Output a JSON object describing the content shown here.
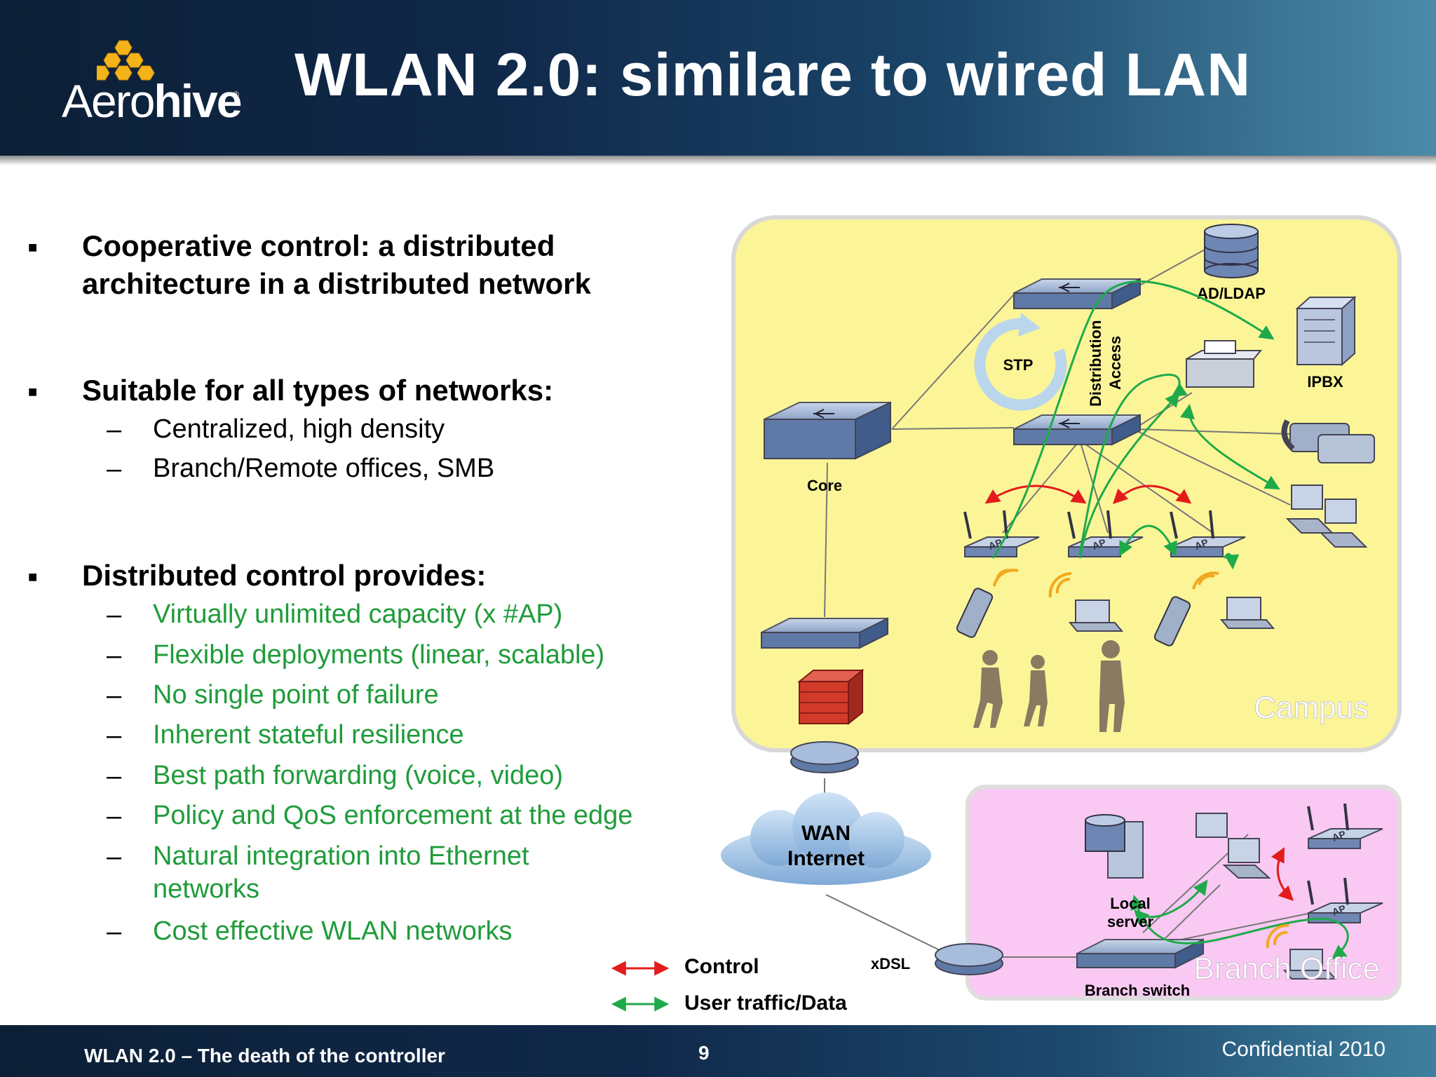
{
  "header": {
    "logo_text_light": "Aero",
    "logo_text_bold": "hive",
    "logo_reg": "®",
    "title": "WLAN 2.0: similare to wired LAN"
  },
  "content": {
    "bullets": [
      {
        "lines": [
          "Cooperative control: a distributed",
          "architecture in a distributed network"
        ]
      },
      {
        "lines": [
          "Suitable for all types of networks:"
        ],
        "subs": [
          "Centralized, high density",
          "Branch/Remote offices, SMB"
        ]
      },
      {
        "lines": [
          "Distributed control provides:"
        ],
        "subs": [
          "Virtually unlimited capacity (x #AP)",
          "Flexible deployments (linear, scalable)",
          "No single point of failure",
          "Inherent stateful resilience",
          "Best path forwarding (voice, video)",
          "Policy and QoS enforcement at the edge",
          "Natural integration into Ethernet",
          "networks",
          "Cost effective WLAN networks"
        ]
      }
    ],
    "bullet_marker": "■",
    "dash": "–"
  },
  "diagram": {
    "labels": {
      "ad_ldap": "AD/LDAP",
      "ipbx": "IPBX",
      "stp": "STP",
      "distribution": "Distribution",
      "access": "Access",
      "core": "Core",
      "campus": "Campus",
      "wan": "WAN",
      "internet": "Internet",
      "xdsl": "xDSL",
      "local": "Local",
      "server": "server",
      "branch_switch": "Branch switch",
      "branch_office": "Branch Office",
      "ap": "AP"
    },
    "colors": {
      "campus_bg": "#fbf598",
      "branch_bg": "#f9c9f3",
      "control": "#e31b1b",
      "data": "#1faa4a"
    }
  },
  "legend": {
    "control": "Control",
    "data": "User traffic/Data"
  },
  "footer": {
    "left": "WLAN 2.0 – The death of the controller",
    "page": "9",
    "right": "Confidential 2010"
  }
}
